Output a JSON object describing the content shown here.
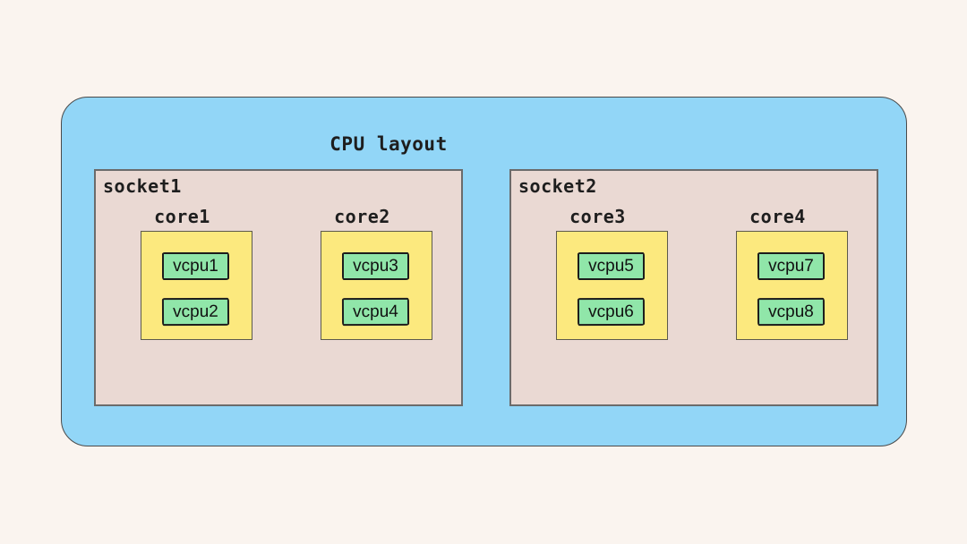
{
  "title": "CPU layout",
  "colors": {
    "page_background": "#faf4ef",
    "cpu_box": "#92d6f7",
    "socket_box": "#ead9d3",
    "core_box": "#fce97e",
    "vcpu_box": "#90e6a9",
    "vcpu_border": "#1c1c1c",
    "text": "#1e1e1e"
  },
  "sockets": [
    {
      "label": "socket1",
      "cores": [
        {
          "label": "core1",
          "vcpus": [
            "vcpu1",
            "vcpu2"
          ]
        },
        {
          "label": "core2",
          "vcpus": [
            "vcpu3",
            "vcpu4"
          ]
        }
      ]
    },
    {
      "label": "socket2",
      "cores": [
        {
          "label": "core3",
          "vcpus": [
            "vcpu5",
            "vcpu6"
          ]
        },
        {
          "label": "core4",
          "vcpus": [
            "vcpu7",
            "vcpu8"
          ]
        }
      ]
    }
  ]
}
